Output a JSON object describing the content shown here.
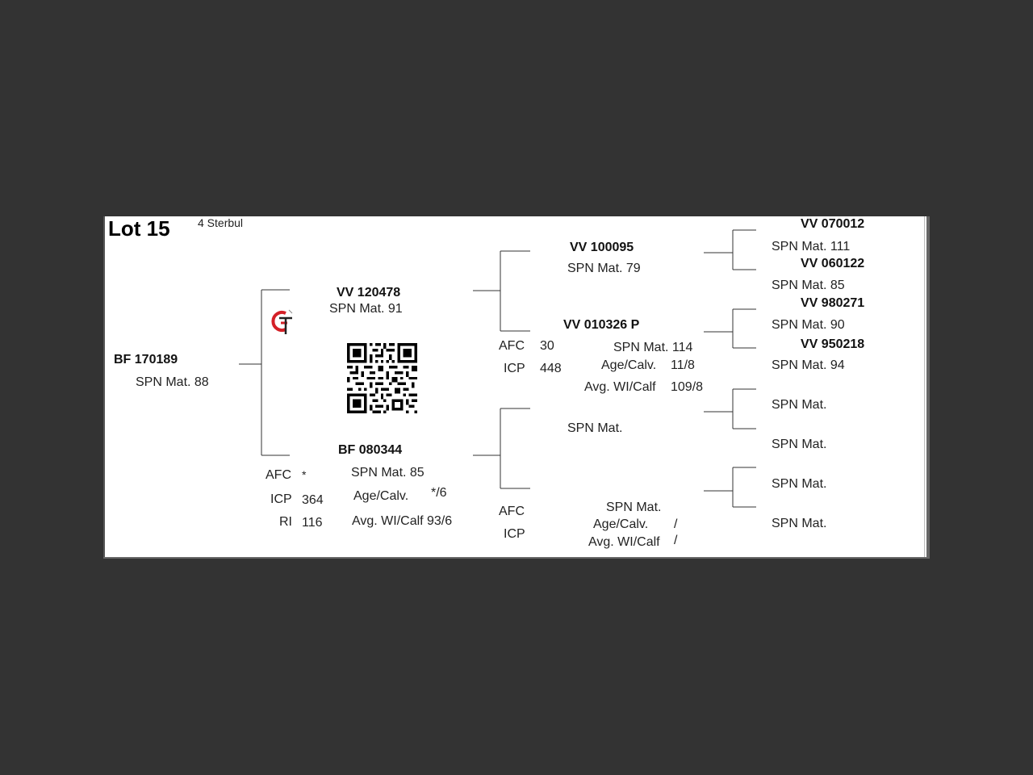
{
  "lot": {
    "title": "Lot 15",
    "subtitle": "4 Sterbul"
  },
  "subject": {
    "id": "BF  170189",
    "spn": "SPN Mat. 88"
  },
  "sire": {
    "id": "VV  120478",
    "spn": "SPN Mat. 91"
  },
  "dam": {
    "id": "BF  080344",
    "spn": "SPN Mat. 85",
    "afc_label": "AFC",
    "afc_value": "*",
    "icp_label": "ICP",
    "icp_value": "364",
    "ri_label": "RI",
    "ri_value": "116",
    "age_calv_label": "Age/Calv.",
    "age_calv_value": "*/6",
    "avg_label": "Avg. WI/Calf",
    "avg_value": "93/6"
  },
  "sire_sire": {
    "id": "VV  100095",
    "spn": "SPN Mat. 79"
  },
  "sire_dam": {
    "id": "VV  010326   P",
    "spn": "SPN Mat. 114",
    "afc_label": "AFC",
    "afc_value": "30",
    "icp_label": "ICP",
    "icp_value": "448",
    "age_calv_label": "Age/Calv.",
    "age_calv_value": "11/8",
    "avg_label": "Avg. WI/Calf",
    "avg_value": "109/8"
  },
  "dam_sire": {
    "spn": "SPN Mat."
  },
  "dam_dam": {
    "spn": "SPN Mat.",
    "afc_label": "AFC",
    "icp_label": "ICP",
    "age_calv_label": "Age/Calv.",
    "age_calv_value": "/",
    "avg_label": "Avg. WI/Calf",
    "avg_value": "/"
  },
  "gen3": [
    {
      "id": "VV  070012",
      "spn": "SPN Mat. 111"
    },
    {
      "id": "VV  060122",
      "spn": "SPN Mat. 85"
    },
    {
      "id": "VV  980271",
      "spn": "SPN Mat. 90"
    },
    {
      "id": "VV  950218",
      "spn": "SPN Mat. 94"
    },
    {
      "spn": "SPN Mat."
    },
    {
      "spn": "SPN Mat."
    },
    {
      "spn": "SPN Mat."
    },
    {
      "spn": "SPN Mat."
    }
  ],
  "icons": {
    "logo": "gt-logo",
    "qr": "qr-code"
  },
  "colors": {
    "background": "#333333",
    "paper": "#ffffff",
    "logo_red": "#d42027"
  }
}
